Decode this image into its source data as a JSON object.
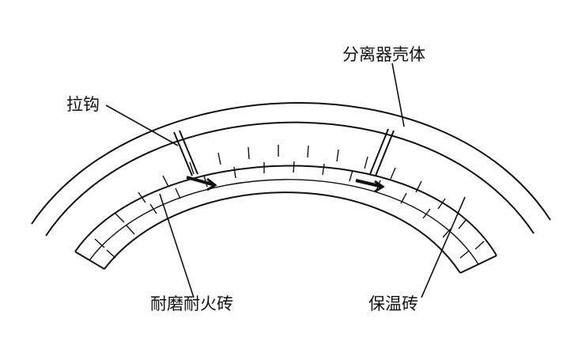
{
  "diagram": {
    "labels": {
      "shell": "分离器壳体",
      "hook": "拉钩",
      "wear_brick": "耐磨耐火砖",
      "insulation_brick": "保温砖"
    },
    "colors": {
      "line": "#111111",
      "background": "#ffffff"
    }
  }
}
